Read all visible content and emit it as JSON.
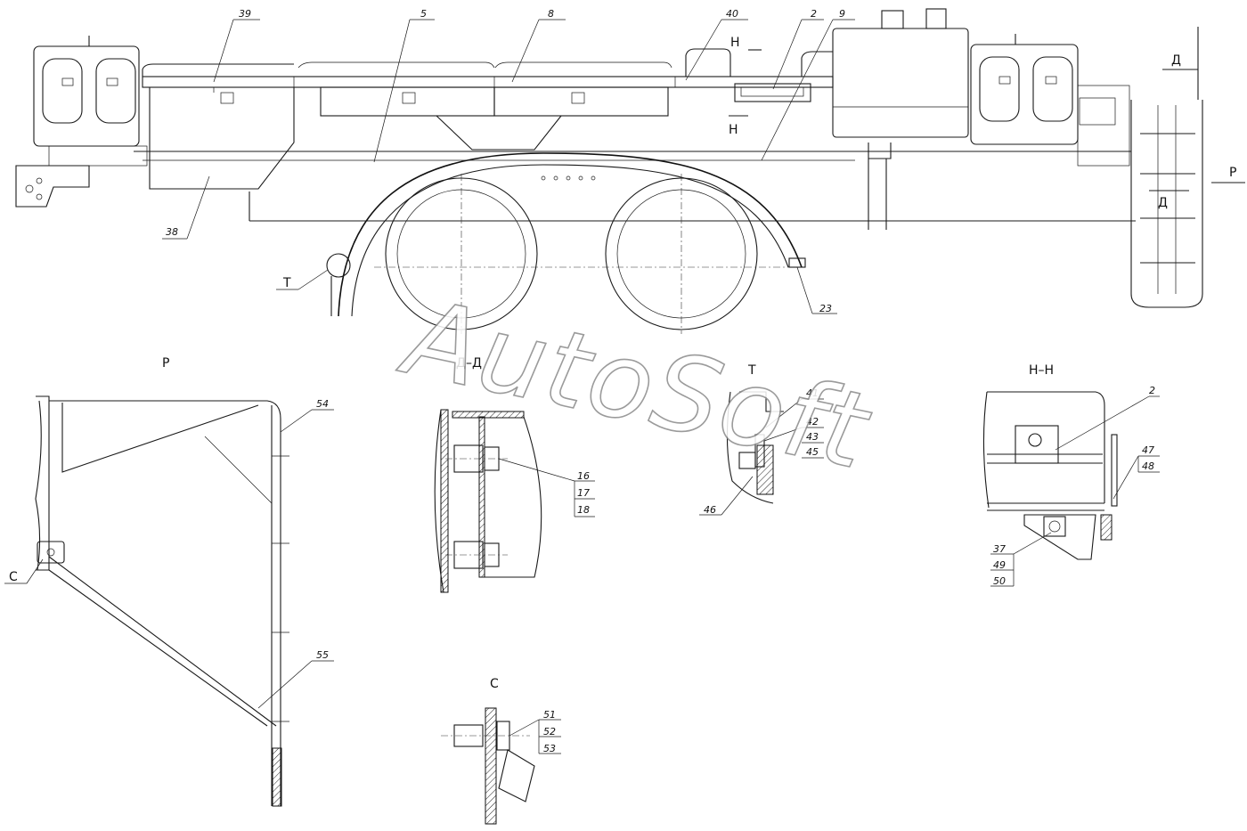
{
  "callouts": {
    "c39": "39",
    "c5": "5",
    "c8": "8",
    "c40": "40",
    "c2": "2",
    "c9": "9",
    "c38": "38",
    "c23": "23",
    "cT": "Т",
    "c54": "54",
    "c55": "55",
    "cC": "С",
    "c16": "16",
    "c17": "17",
    "c18": "18",
    "c41": "41",
    "c42": "42",
    "c43": "43",
    "c45": "45",
    "c46": "46",
    "c2b": "2",
    "c47": "47",
    "c48": "48",
    "c37": "37",
    "c49": "49",
    "c50": "50",
    "c51": "51",
    "c52": "52",
    "c53": "53"
  },
  "view_labels": {
    "P": "Р",
    "DD": "Д–Д",
    "T": "Т",
    "HH": "Н–Н",
    "C": "С",
    "H_top": "Н",
    "H_bottom": "Н",
    "D_top": "Д",
    "D_bottom": "Д",
    "P_arrow": "Р"
  },
  "watermark": "AutoSoft"
}
